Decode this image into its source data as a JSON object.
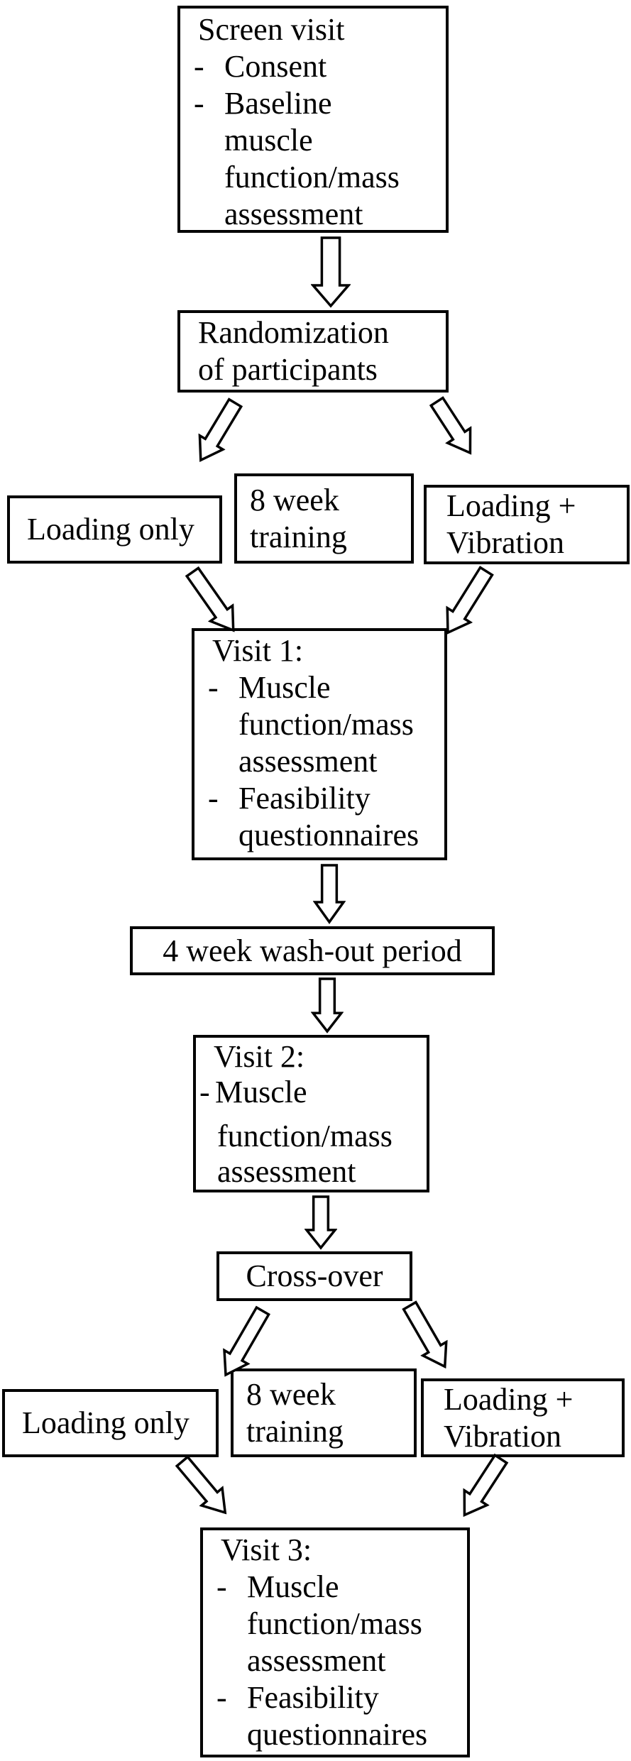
{
  "diagram": {
    "nodes": {
      "screen_visit": {
        "rows": [
          {
            "cls": "h",
            "t": "Screen visit"
          },
          {
            "cls": "b",
            "m": "-",
            "t": "Consent"
          },
          {
            "cls": "b",
            "m": "-",
            "t": "Baseline"
          },
          {
            "cls": "c",
            "t": "muscle"
          },
          {
            "cls": "c",
            "t": "function/mass"
          },
          {
            "cls": "c",
            "t": "assessment"
          }
        ]
      },
      "randomization": {
        "rows": [
          {
            "cls": "h",
            "t": "Randomization"
          },
          {
            "cls": "h",
            "t": "of participants"
          }
        ]
      },
      "loading_only_1": {
        "label": "Loading only"
      },
      "training_1": {
        "rows": [
          {
            "cls": "p",
            "t": "8 week"
          },
          {
            "cls": "p",
            "t": "training"
          }
        ]
      },
      "vibration_1": {
        "rows": [
          {
            "cls": "p",
            "t": "Loading +"
          },
          {
            "cls": "p",
            "t": "Vibration"
          }
        ]
      },
      "visit_1": {
        "rows": [
          {
            "cls": "h",
            "t": "Visit 1:"
          },
          {
            "cls": "b",
            "m": "-",
            "t": "Muscle"
          },
          {
            "cls": "c",
            "t": "function/mass"
          },
          {
            "cls": "c",
            "t": "assessment"
          },
          {
            "cls": "b",
            "m": "-",
            "t": "Feasibility"
          },
          {
            "cls": "c",
            "t": "questionnaires"
          }
        ]
      },
      "washout": {
        "label": "4 week wash-out period"
      },
      "visit_2": {
        "rows": [
          {
            "cls": "h",
            "t": "Visit 2:"
          },
          {
            "cls": "b2",
            "m": "-",
            "t": "Muscle"
          },
          {
            "cls": "c2 gap",
            "t": "function/mass"
          },
          {
            "cls": "c2",
            "t": "assessment"
          }
        ]
      },
      "crossover": {
        "label": "Cross-over"
      },
      "loading_only_2": {
        "label": "Loading only"
      },
      "training_2": {
        "rows": [
          {
            "cls": "p",
            "t": "8 week"
          },
          {
            "cls": "p",
            "t": "training"
          }
        ]
      },
      "vibration_2": {
        "rows": [
          {
            "cls": "p",
            "t": "Loading +"
          },
          {
            "cls": "p",
            "t": "Vibration"
          }
        ]
      },
      "visit_3": {
        "rows": [
          {
            "cls": "h",
            "t": "Visit 3:"
          },
          {
            "cls": "b",
            "m": "-",
            "t": "Muscle"
          },
          {
            "cls": "c",
            "t": "function/mass"
          },
          {
            "cls": "c",
            "t": "assessment"
          },
          {
            "cls": "b",
            "m": "-",
            "t": "Feasibility"
          },
          {
            "cls": "c",
            "t": "questionnaires"
          }
        ]
      }
    },
    "edges": [
      {
        "from": "screen_visit",
        "to": "randomization"
      },
      {
        "from": "randomization",
        "to": "loading_only_1"
      },
      {
        "from": "randomization",
        "to": "vibration_1"
      },
      {
        "from": "loading_only_1",
        "to": "visit_1"
      },
      {
        "from": "vibration_1",
        "to": "visit_1"
      },
      {
        "from": "visit_1",
        "to": "washout"
      },
      {
        "from": "washout",
        "to": "visit_2"
      },
      {
        "from": "visit_2",
        "to": "crossover"
      },
      {
        "from": "crossover",
        "to": "loading_only_2"
      },
      {
        "from": "crossover",
        "to": "vibration_2"
      },
      {
        "from": "loading_only_2",
        "to": "visit_3"
      },
      {
        "from": "vibration_2",
        "to": "visit_3"
      }
    ],
    "colors": {
      "ink": "#000000",
      "paper": "#ffffff"
    }
  }
}
